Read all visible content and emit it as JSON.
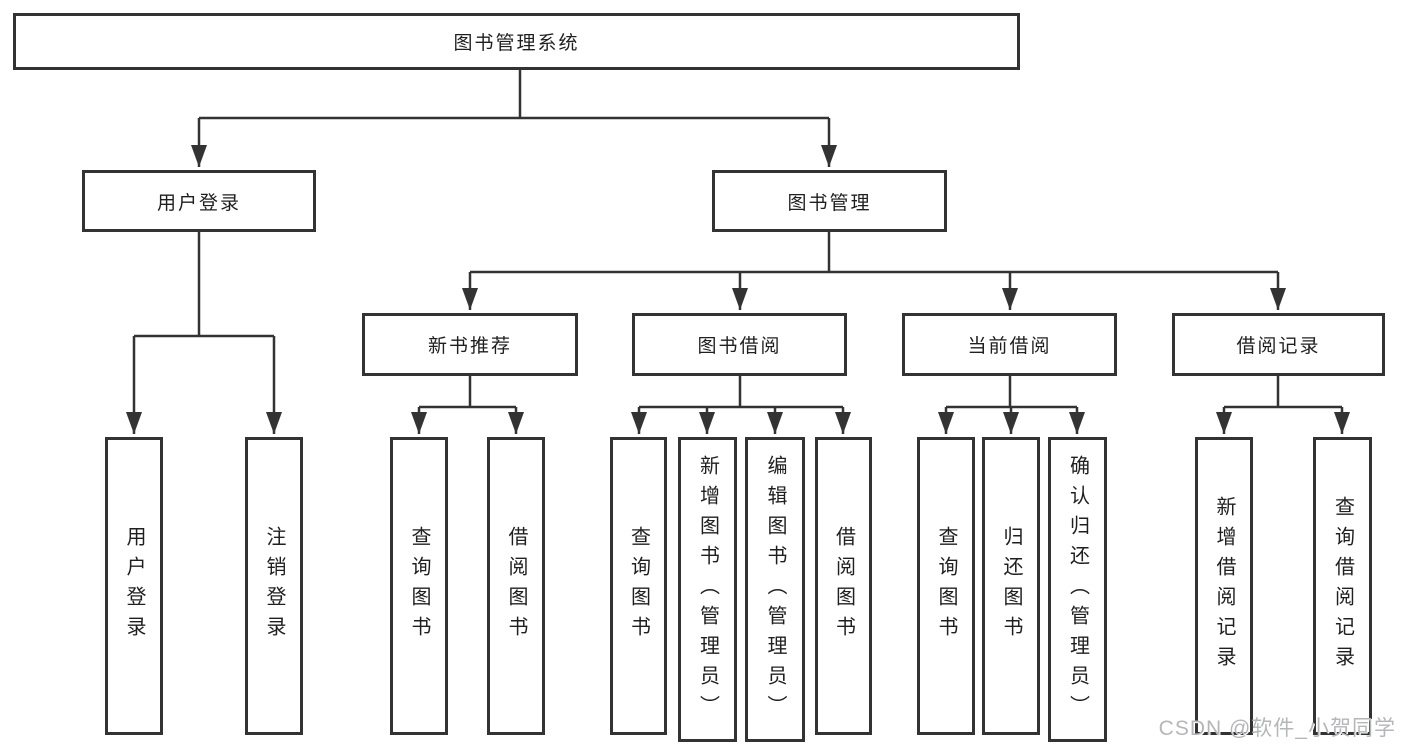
{
  "diagram": {
    "root": {
      "label": "图书管理系统"
    },
    "level2": [
      {
        "label": "用户登录",
        "children": [
          {
            "label": "用户登录"
          },
          {
            "label": "注销登录"
          }
        ]
      },
      {
        "label": "图书管理",
        "sections": [
          {
            "label": "新书推荐",
            "children": [
              {
                "label": "查询图书"
              },
              {
                "label": "借阅图书"
              }
            ]
          },
          {
            "label": "图书借阅",
            "children": [
              {
                "label": "查询图书"
              },
              {
                "label": "新增图书（管理员）"
              },
              {
                "label": "编辑图书（管理员）"
              },
              {
                "label": "借阅图书"
              }
            ]
          },
          {
            "label": "当前借阅",
            "children": [
              {
                "label": "查询图书"
              },
              {
                "label": "归还图书"
              },
              {
                "label": "确认归还（管理员）"
              }
            ]
          },
          {
            "label": "借阅记录",
            "children": [
              {
                "label": "新增借阅记录"
              },
              {
                "label": "查询借阅记录"
              }
            ]
          }
        ]
      }
    ]
  },
  "watermark": {
    "text": "CSDN @软件_小贺同学"
  },
  "colors": {
    "line": "#333333",
    "box_border": "#333333",
    "text": "#1f1f1f",
    "background": "#ffffff",
    "watermark": "#b4b6b8"
  }
}
